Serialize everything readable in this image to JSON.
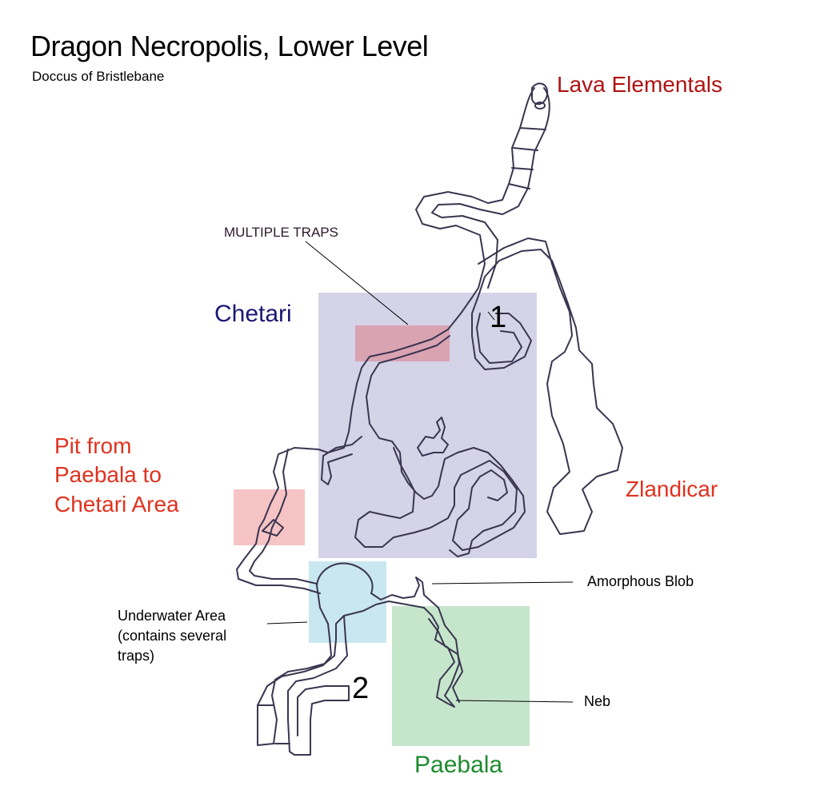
{
  "header": {
    "title": "Dragon Necropolis, Lower Level",
    "subtitle": "Doccus of Bristlebane"
  },
  "regions": {
    "lava": "Lava Elementals",
    "chetari": "Chetari",
    "pit": [
      "Pit from",
      "Paebala to",
      "Chetari Area"
    ],
    "zlandicar": "Zlandicar",
    "paebala": "Paebala"
  },
  "annotations": {
    "traps": "MULTIPLE TRAPS",
    "blob": "Amorphous Blob",
    "underwater": [
      "Underwater Area",
      "(contains several",
      "traps)"
    ],
    "neb": "Neb"
  },
  "markers": {
    "one": "1",
    "two": "2"
  },
  "colors": {
    "tunnel": "#3a3550",
    "chetari_zone": "#d5d3e8",
    "trap_zone": "#d99aa8",
    "pit_zone": "#f6c4c4",
    "underwater_zone": "#c9e7f0",
    "paebala_zone": "#c6e6cb"
  }
}
